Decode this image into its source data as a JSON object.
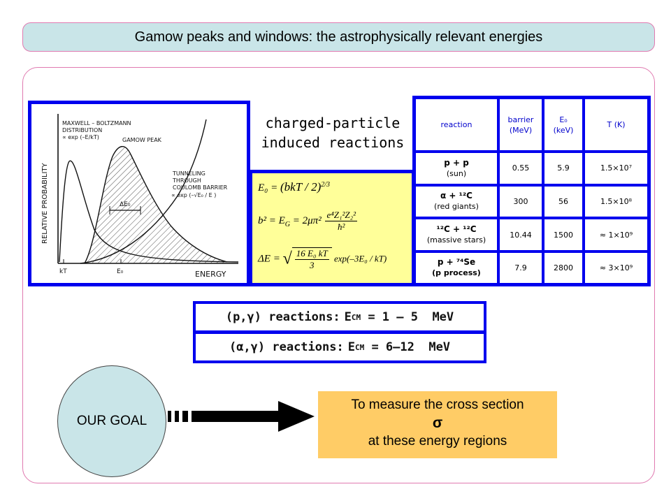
{
  "slide": {
    "title": "Gamow peaks and windows: the astrophysically relevant energies"
  },
  "plot": {
    "y_label": "RELATIVE PROBABILITY",
    "x_label": "ENERGY",
    "mb_label_line1": "MAXWELL – BOLTZMANN",
    "mb_label_line2": "DISTRIBUTION",
    "mb_label_line3": "∝ exp (–E/kT)",
    "gamow_label": "GAMOW PEAK",
    "tunnel_line1": "TUNNELING",
    "tunnel_line2": "THROUGH",
    "tunnel_line3": "COULOMB  BARRIER",
    "tunnel_line4": "∝ exp (–√E₀ / E )",
    "delta_label": "ΔE₀",
    "kt_tick": "kT",
    "e0_tick": "E₀"
  },
  "caption": {
    "line1": "charged-particle",
    "line2": "induced reactions"
  },
  "equations": {
    "eq1_lhs": "E₀ = ",
    "eq1_rhs": "(bkT / 2)",
    "eq1_exp": "2/3",
    "eq2_lhs": "b² = E",
    "eq2_sub": "G",
    "eq2_mid": " = 2μπ²",
    "eq2_num": "e⁴Z₁²Z₂²",
    "eq2_den": "ħ²",
    "eq3_lhs": "ΔE = ",
    "eq3_num": "16 E₀ kT",
    "eq3_den": "3",
    "eq3_rhs": " exp(–3E₀ / kT)"
  },
  "reaction_table": {
    "headers": {
      "reaction": "reaction",
      "barrier_line1": "barrier",
      "barrier_line2": "(MeV)",
      "e0_line1": "E₀",
      "e0_line2": "(keV)",
      "temp": "T (K)"
    },
    "rows": [
      {
        "reaction": "p + p",
        "site": "(sun)",
        "barrier": "0.55",
        "e0": "5.9",
        "temp": "1.5×10⁷"
      },
      {
        "reaction": "α + ¹²C",
        "site": "(red giants)",
        "barrier": "300",
        "e0": "56",
        "temp": "1.5×10⁸"
      },
      {
        "reaction": "¹²C + ¹²C",
        "site": "(massive stars)",
        "barrier": "10.44",
        "e0": "1500",
        "temp": "≈ 1×10⁹"
      },
      {
        "reaction": "p + ⁷⁴Se",
        "site": "(p process)",
        "barrier": "7.9",
        "e0": "2800",
        "temp": "≈ 3×10⁹"
      }
    ]
  },
  "energy_windows": {
    "pg_label": "(p,γ) reactions:",
    "pg_value_prefix": "E",
    "pg_sub": "CM",
    "pg_value": " = 1 – 5  MeV",
    "ag_label": "(α,γ) reactions:",
    "ag_value_prefix": "E",
    "ag_sub": "CM",
    "ag_value": " = 6–12  MeV"
  },
  "goal": {
    "circle_text": "OUR GOAL",
    "box_line1": "To measure the cross section",
    "box_line2": "σ",
    "box_line3": "at these energy regions"
  },
  "colors": {
    "frame_border": "#e07ab0",
    "title_bg": "#c9e5e8",
    "box_border_blue": "#0000ee",
    "equation_bg": "#ffff99",
    "goal_box_bg": "#ffcc66"
  }
}
